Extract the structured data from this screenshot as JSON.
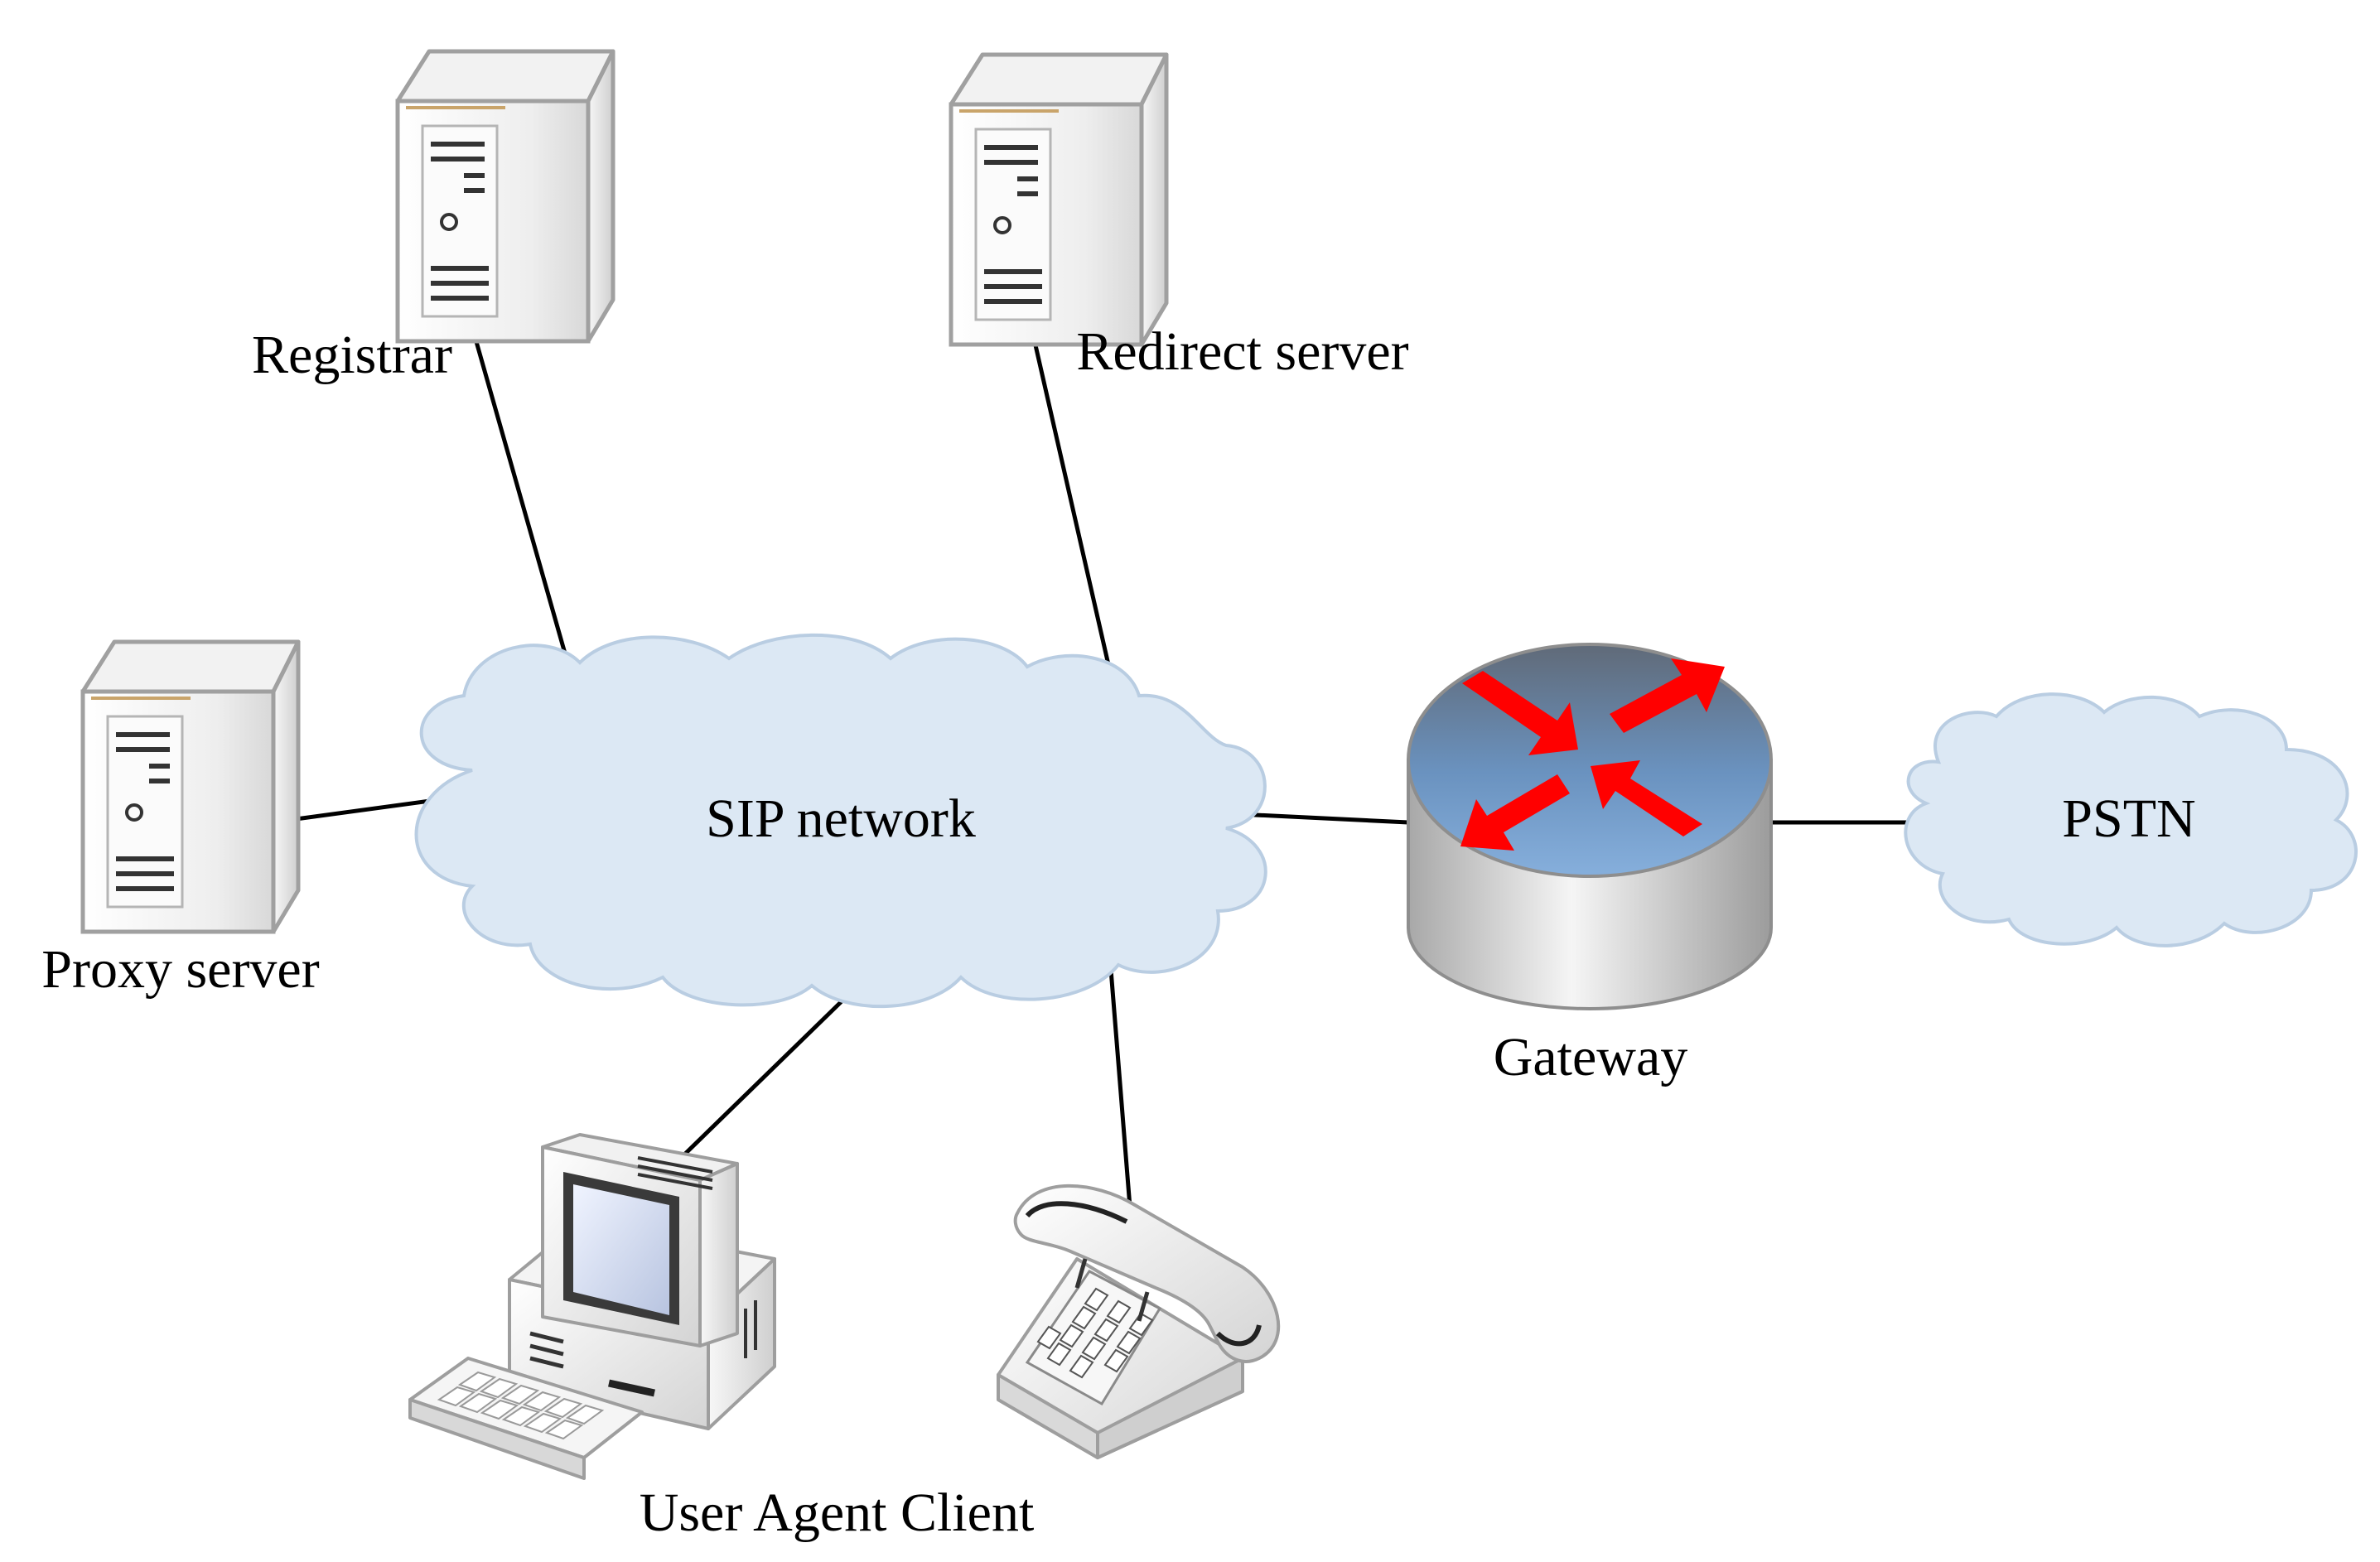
{
  "nodes": {
    "registrar": {
      "label": "Registrar",
      "icon": "server-tower-icon"
    },
    "redirect_server": {
      "label": "Redirect server",
      "icon": "server-tower-icon"
    },
    "proxy_server": {
      "label": "Proxy server",
      "icon": "server-tower-icon"
    },
    "sip_network": {
      "label": "SIP network",
      "icon": "cloud-icon"
    },
    "gateway": {
      "label": "Gateway",
      "icon": "router-icon"
    },
    "pstn": {
      "label": "PSTN",
      "icon": "cloud-icon"
    },
    "user_agent_client": {
      "label": "User Agent Client",
      "icon": "desktop-computer-icon"
    },
    "telephone": {
      "label": "",
      "icon": "telephone-icon"
    }
  },
  "links": [
    {
      "from": "registrar",
      "to": "sip_network"
    },
    {
      "from": "redirect_server",
      "to": "sip_network"
    },
    {
      "from": "proxy_server",
      "to": "sip_network"
    },
    {
      "from": "user_agent_client",
      "to": "sip_network"
    },
    {
      "from": "telephone",
      "to": "sip_network"
    },
    {
      "from": "sip_network",
      "to": "gateway"
    },
    {
      "from": "gateway",
      "to": "pstn"
    }
  ],
  "colors": {
    "cloud_fill": "#dce8f4",
    "cloud_stroke": "#b9cde2",
    "link_line": "#000000",
    "gateway_arrow": "#ff0000",
    "gateway_top": "#6a92bf"
  }
}
